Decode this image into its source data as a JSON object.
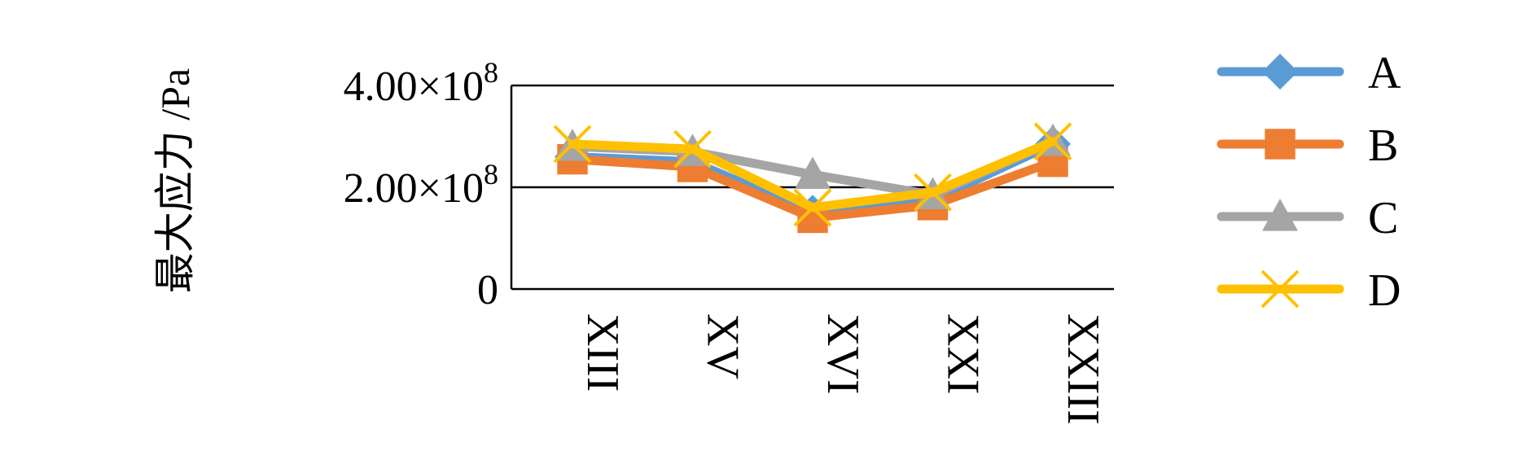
{
  "chart_data": {
    "type": "line",
    "ylabel": "最大应力 /Pa",
    "categories": [
      "XIII",
      "XV",
      "XVI",
      "XXI",
      "XXIII"
    ],
    "ylim": [
      0,
      400000000
    ],
    "y_ticks": [
      {
        "value": 0,
        "mantissa": "0",
        "exp": ""
      },
      {
        "value": 200000000,
        "mantissa": "2.00×10",
        "exp": "8"
      },
      {
        "value": 400000000,
        "mantissa": "4.00×10",
        "exp": "8"
      }
    ],
    "grid": true,
    "legend_position": "right",
    "series": [
      {
        "name": "A",
        "color": "#5B9BD5",
        "marker": "diamond",
        "values": [
          260000000,
          250000000,
          150000000,
          175000000,
          285000000
        ]
      },
      {
        "name": "B",
        "color": "#ED7D31",
        "marker": "square",
        "values": [
          255000000,
          240000000,
          140000000,
          165000000,
          250000000
        ]
      },
      {
        "name": "C",
        "color": "#A5A5A5",
        "marker": "triangle",
        "values": [
          280000000,
          270000000,
          225000000,
          185000000,
          290000000
        ]
      },
      {
        "name": "D",
        "color": "#FFC000",
        "marker": "x",
        "values": [
          285000000,
          275000000,
          160000000,
          190000000,
          290000000
        ]
      }
    ]
  }
}
